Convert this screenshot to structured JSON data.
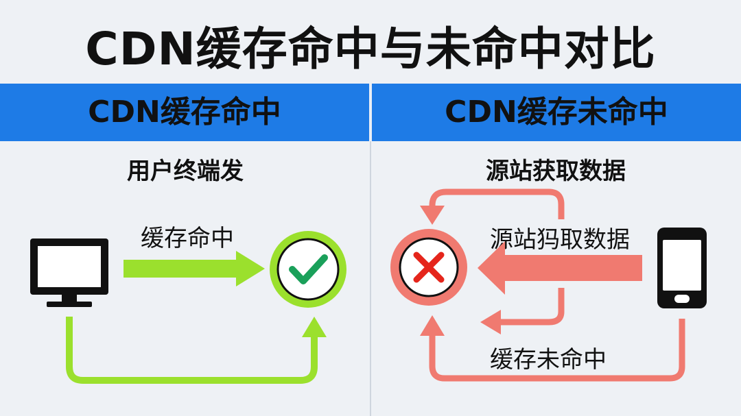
{
  "title": "CDN缓存命中与未命中对比",
  "left": {
    "header": "CDN缓存命中",
    "subtitle": "用户终端发",
    "arrow_label": "缓存命中",
    "colors": {
      "accent": "#9be02d",
      "check": "#1aa05a"
    }
  },
  "right": {
    "header": "CDN缓存未命中",
    "subtitle": "源站获取数据",
    "arrow_label_top": "源站犸取数据",
    "arrow_label_bottom": "缓存未命中",
    "colors": {
      "accent": "#f07a70",
      "cross": "#e5251b"
    }
  },
  "colors": {
    "band": "#1e7be6",
    "background": "#eef1f5"
  },
  "icons": [
    "monitor-icon",
    "checkmark-icon",
    "cross-icon",
    "smartphone-icon"
  ]
}
